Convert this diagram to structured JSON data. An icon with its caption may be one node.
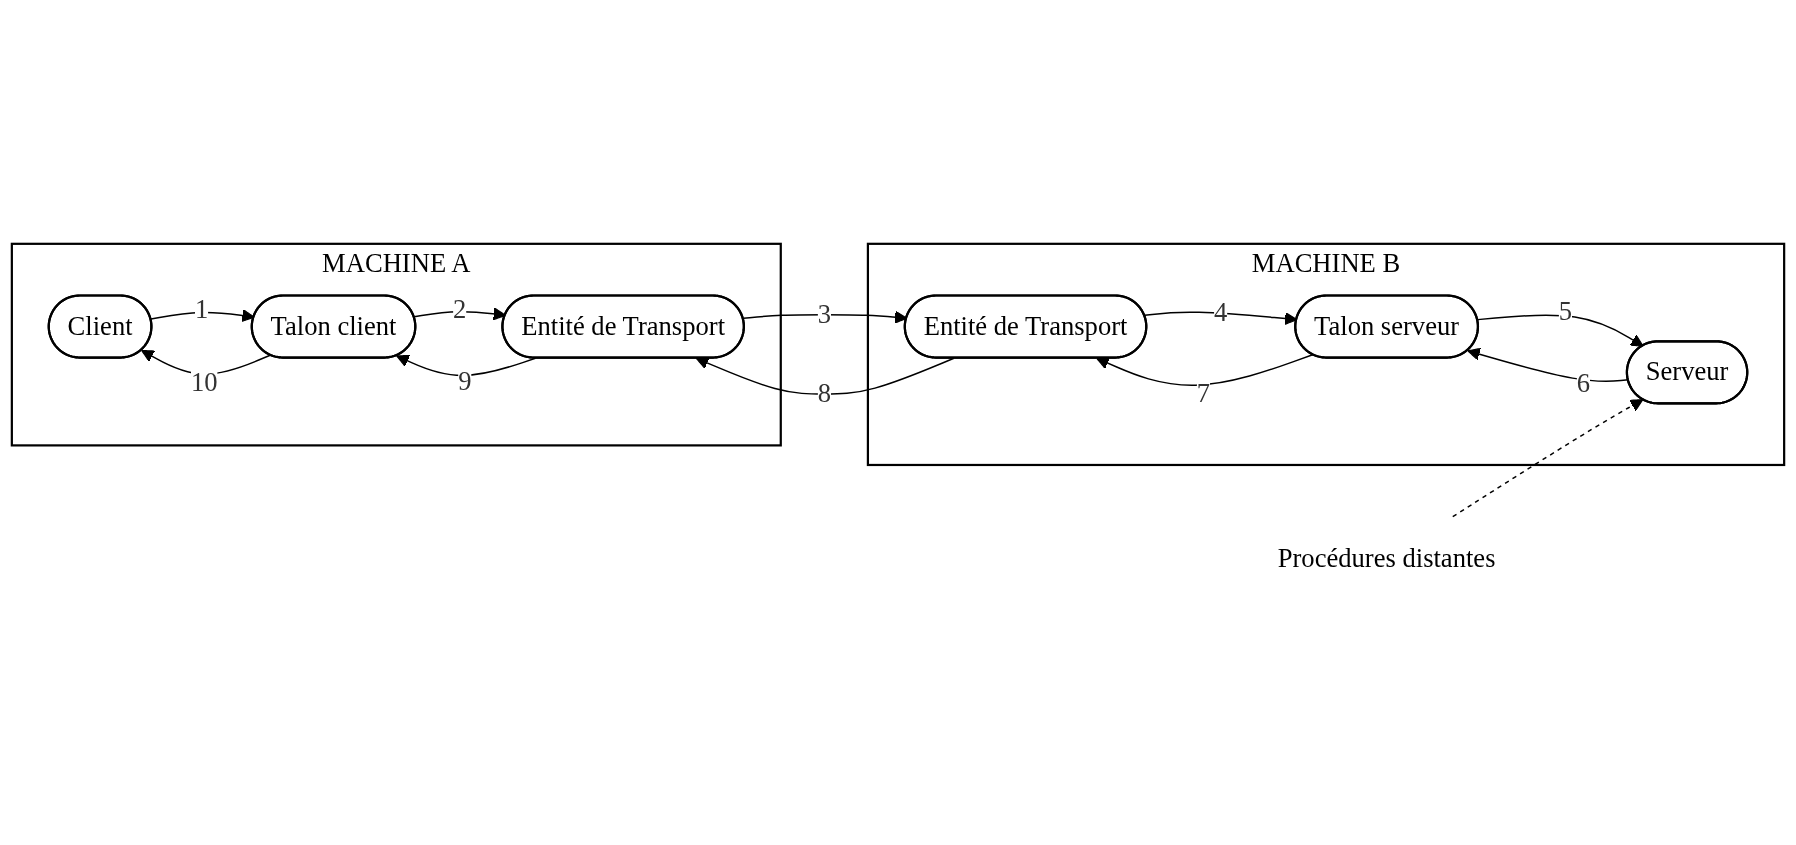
{
  "diagram": {
    "nodes": [
      {
        "text": [
          "MACHINE A"
        ]
      },
      {
        "text": [
          "Client"
        ],
        "in": 0
      },
      {
        "text": [
          "Talon client"
        ],
        "in": 0
      },
      {
        "text": [
          "Entité de Transport"
        ],
        "in": 0
      },
      {
        "text": [
          "MACHINE B"
        ]
      },
      {
        "text": [
          "Talon serveur"
        ],
        "in": 4
      },
      {
        "text": [
          "Serveur"
        ],
        "in": 4
      },
      {
        "text": [
          "Entité de Transport"
        ],
        "in": 4
      },
      {
        "text": [
          "Procédures distantes"
        ]
      }
    ],
    "edges": [
      {
        "from": 1,
        "to": 2,
        "arrow": "to",
        "label": "1"
      },
      {
        "from": 2,
        "to": 1,
        "arrow": "to",
        "label": "10"
      },
      {
        "from": 2,
        "to": 3,
        "arrow": "to",
        "label": "2"
      },
      {
        "from": 3,
        "to": 2,
        "arrow": "to",
        "label": "9"
      },
      {
        "from": 5,
        "to": 6,
        "arrow": "to",
        "label": "5"
      },
      {
        "from": 6,
        "to": 5,
        "arrow": "to",
        "label": "6"
      },
      {
        "from": 5,
        "to": 7,
        "arrow": "to",
        "label": "7"
      },
      {
        "from": 7,
        "to": 5,
        "arrow": "to",
        "label": "4"
      },
      {
        "from": 3,
        "to": 7,
        "arrow": "to",
        "label": "3"
      },
      {
        "from": 7,
        "to": 3,
        "arrow": "to",
        "label": "8"
      },
      {
        "from": 8,
        "to": 6,
        "arrow": "to",
        "style": "dashed"
      }
    ]
  }
}
